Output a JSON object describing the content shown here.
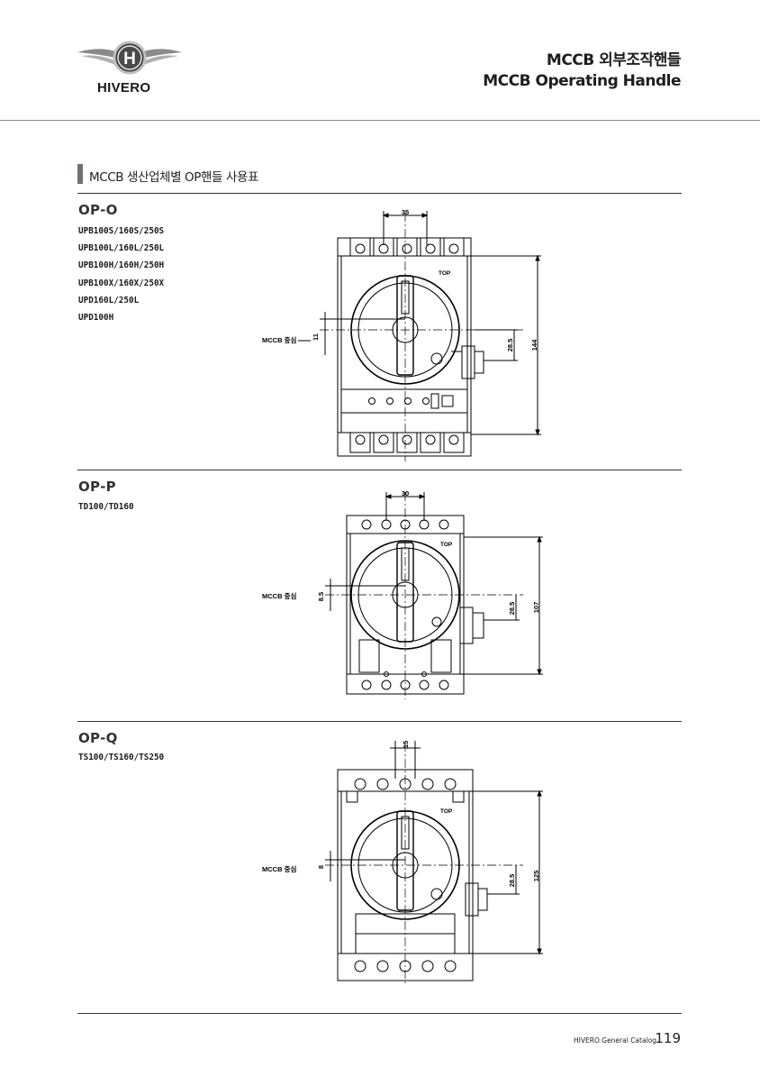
{
  "header": {
    "brand": "HIVERO",
    "logo_letter": "H",
    "title_ko": "MCCB 외부조작핸들",
    "title_en": "MCCB Operating Handle"
  },
  "section": {
    "title": "MCCB 생산업체별 OP핸들 사용표"
  },
  "products": [
    {
      "model": "OP-O",
      "types": [
        "UPB100S/160S/250S",
        "UPB100L/160L/250L",
        "UPB100H/160H/250H",
        "UPB100X/160X/250X",
        "UPD160L/250L",
        "UPD100H"
      ],
      "dims": {
        "top": "35",
        "offset": "11",
        "side": "28.5",
        "height": "144",
        "center_label": "MCCB 중심",
        "top_mark": "TOP"
      }
    },
    {
      "model": "OP-P",
      "types": [
        "TD100/TD160"
      ],
      "dims": {
        "top": "30",
        "offset": "8.5",
        "side": "28.5",
        "height": "107",
        "center_label": "MCCB 중심",
        "top_mark": "TOP"
      }
    },
    {
      "model": "OP-Q",
      "types": [
        "TS100/TS160/TS250"
      ],
      "dims": {
        "top": "15",
        "offset": "8",
        "side": "28.5",
        "height": "125",
        "center_label": "MCCB 중심",
        "top_mark": "TOP"
      }
    }
  ],
  "footer": {
    "catalog": "HIVERO General Catalog",
    "page": "119"
  }
}
